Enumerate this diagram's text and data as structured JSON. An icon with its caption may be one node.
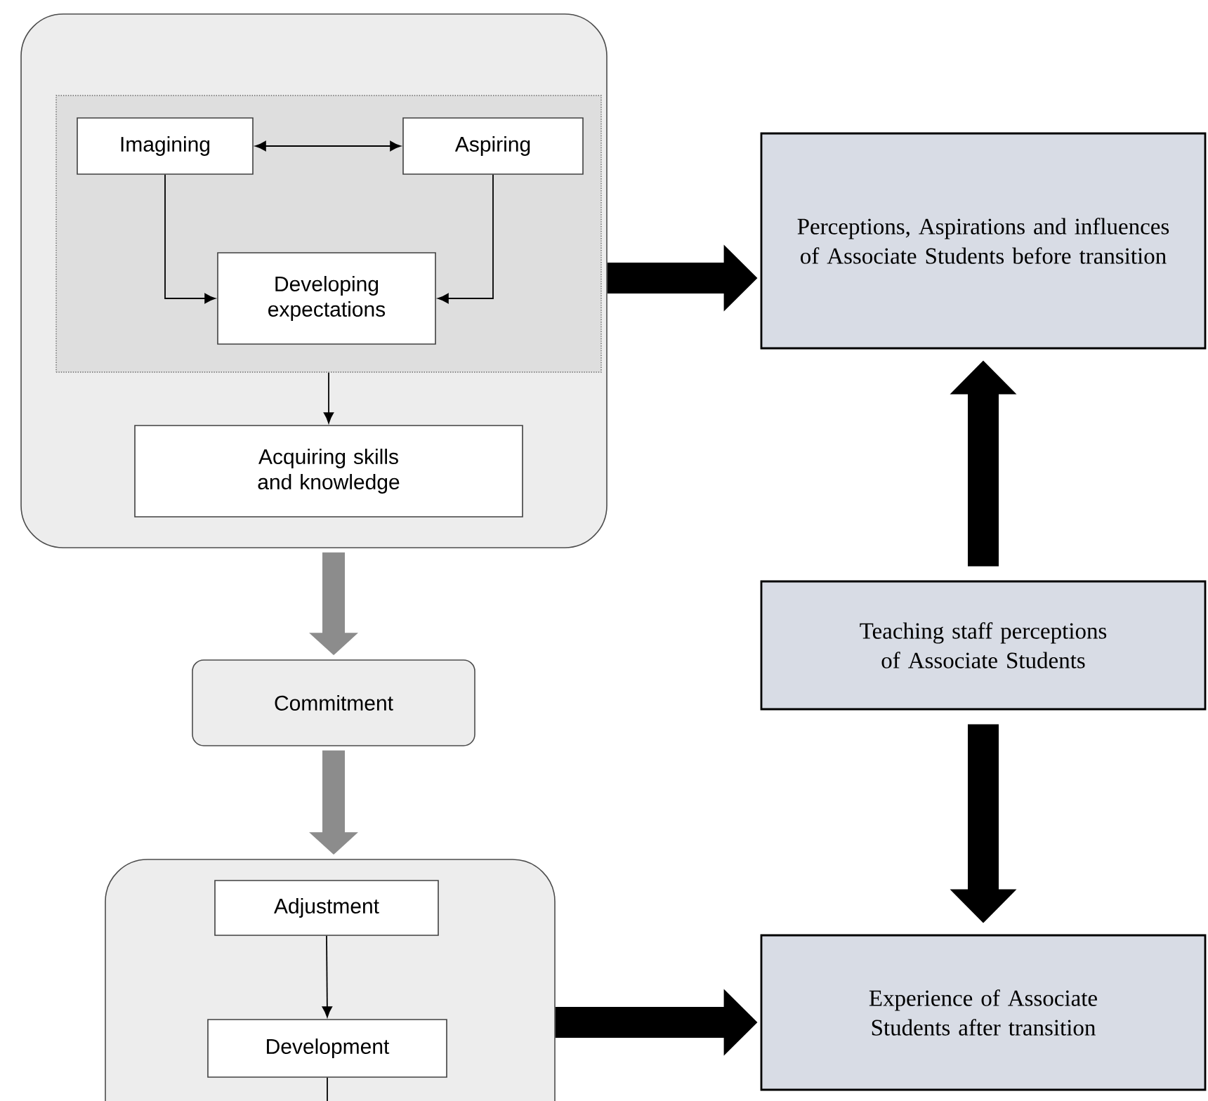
{
  "diagram": {
    "nodes": [
      {
        "text": [],
        "shape": "box"
      },
      {
        "text": [],
        "shape": "box",
        "in": 0
      },
      {
        "text": [
          "Imagining"
        ],
        "in": 1
      },
      {
        "text": [
          "Aspiring"
        ],
        "in": 1
      },
      {
        "text": [
          "Developing expectations"
        ],
        "in": 1
      },
      {
        "text": [
          "Acquiring skills and knowledge"
        ],
        "in": 0
      },
      {
        "text": [
          "Commitment"
        ]
      },
      {
        "text": [],
        "shape": "box"
      },
      {
        "text": [
          "Adjustment"
        ],
        "in": 7
      },
      {
        "text": [
          "Development"
        ],
        "in": 7
      },
      {
        "text": [
          "Perceptions, Aspirations and influences of Associate Students before transition"
        ]
      },
      {
        "text": [
          "Teaching staff perceptions of Associate Students"
        ]
      },
      {
        "text": [
          "Experience of Associate Students after transition"
        ]
      }
    ],
    "edges": [
      {
        "from": 2,
        "to": 3,
        "arrow": "both"
      },
      {
        "from": 2,
        "to": 4,
        "arrow": "to"
      },
      {
        "from": 3,
        "to": 4,
        "arrow": "to"
      },
      {
        "from": 1,
        "to": 5,
        "arrow": "to"
      },
      {
        "from": 0,
        "to": 10,
        "arrow": "to",
        "style": "thick"
      },
      {
        "from": 0,
        "to": 6,
        "arrow": "to",
        "style": "thick",
        "color": "#8c8c8c"
      },
      {
        "from": 6,
        "to": 7,
        "arrow": "to",
        "style": "thick",
        "color": "#8c8c8c"
      },
      {
        "from": 11,
        "to": 10,
        "arrow": "to",
        "style": "thick"
      },
      {
        "from": 11,
        "to": 12,
        "arrow": "to",
        "style": "thick"
      },
      {
        "from": 7,
        "to": 12,
        "arrow": "to",
        "style": "thick"
      },
      {
        "from": 8,
        "to": 9,
        "arrow": "to"
      },
      {
        "from": 9,
        "to": null,
        "arrow": "none"
      }
    ]
  }
}
